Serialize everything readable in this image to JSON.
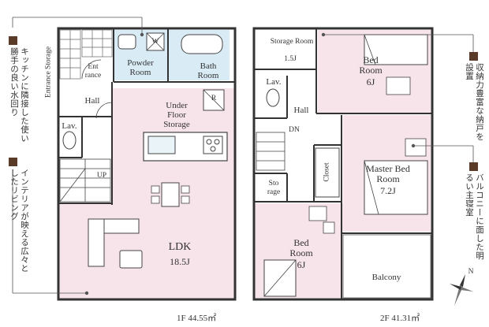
{
  "floor1": {
    "area": "1F 44.55㎡",
    "rooms": {
      "entrance_storage": "Entrance Storage",
      "entrance": "Ent rance",
      "hall": "Hall",
      "powder_room": "Powder Room",
      "powder_w": "W",
      "bath_room": "Bath Room",
      "under_floor_storage": "Under Floor Storage",
      "r_mark": "R",
      "lav": "Lav.",
      "up": "UP",
      "ldk": "LDK",
      "ldk_size": "18.5J"
    }
  },
  "floor2": {
    "area": "2F 41.31㎡",
    "rooms": {
      "storage_room": "Storage Room",
      "storage_room_size": "1.5J",
      "bed_room_top": "Bed Room",
      "bed_room_top_size": "6J",
      "lav": "Lav.",
      "hall": "Hall",
      "dn": "DN",
      "storage": "Sto rage",
      "closet": "Closet",
      "master_bed_room": "Master Bed Room",
      "master_bed_room_size": "7.2J",
      "bed_room_bottom": "Bed Room",
      "bed_room_bottom_size": "6J",
      "balcony": "Balcony"
    }
  },
  "callouts": {
    "kitchen": "キッチンに隣接した使い勝手の良い水回り",
    "living": "インテリアが映える広々としたリビング",
    "storage": "収納力豊富な納戸を設置",
    "balcony": "バルコニーに面した明るい主寝室"
  },
  "compass": {
    "north": "N"
  },
  "colors": {
    "pink": "#f7e4ea",
    "blue": "#d9ecf5",
    "marker": "#5a3b2a",
    "wall": "#333333"
  }
}
